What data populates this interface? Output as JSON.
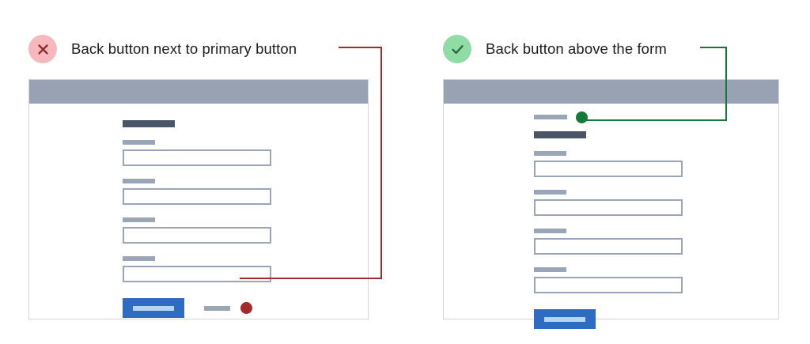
{
  "examples": [
    {
      "status": "incorrect",
      "status_icon": "x-icon",
      "caption": "Back button next to primary button",
      "accent_color": "#a32b2b",
      "badge_color": "#f6b8bd",
      "card": {
        "header_color": "#98a2b3",
        "title_placeholder": "form-title",
        "fields": [
          {
            "label_placeholder": "field-label",
            "input_value": "",
            "input_placeholder": ""
          },
          {
            "label_placeholder": "field-label",
            "input_value": "",
            "input_placeholder": ""
          },
          {
            "label_placeholder": "field-label",
            "input_value": "",
            "input_placeholder": ""
          },
          {
            "label_placeholder": "field-label",
            "input_value": "",
            "input_placeholder": ""
          }
        ],
        "primary_button_label": "",
        "primary_button_color": "#2d6cc0",
        "back_link_label": "",
        "back_link_position": "next-to-primary"
      }
    },
    {
      "status": "correct",
      "status_icon": "check-icon",
      "caption": "Back button above the form",
      "accent_color": "#157a39",
      "badge_color": "#90dba6",
      "card": {
        "header_color": "#98a2b3",
        "title_placeholder": "form-title",
        "fields": [
          {
            "label_placeholder": "field-label",
            "input_value": "",
            "input_placeholder": ""
          },
          {
            "label_placeholder": "field-label",
            "input_value": "",
            "input_placeholder": ""
          },
          {
            "label_placeholder": "field-label",
            "input_value": "",
            "input_placeholder": ""
          },
          {
            "label_placeholder": "field-label",
            "input_value": "",
            "input_placeholder": ""
          }
        ],
        "primary_button_label": "",
        "primary_button_color": "#2d6cc0",
        "back_link_label": "",
        "back_link_position": "above-form"
      }
    }
  ]
}
